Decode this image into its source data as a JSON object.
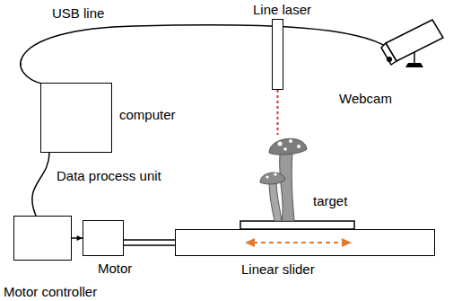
{
  "diagram": {
    "nodes": [
      {
        "text": [
          "computer",
          "Data process unit"
        ]
      },
      {
        "text": [
          "Line laser"
        ]
      },
      {
        "text": [
          "Motor controller"
        ]
      },
      {
        "text": [
          "Motor"
        ]
      },
      {
        "text": [
          "Linear slider"
        ]
      }
    ],
    "edges": [
      {
        "from": 0,
        "to": 2,
        "arrow": "none"
      },
      {
        "from": 2,
        "to": 3,
        "arrow": "to"
      },
      {
        "from": 3,
        "to": 4,
        "arrow": "none"
      }
    ],
    "labels": [
      "USB line",
      "Webcam",
      "target"
    ]
  }
}
